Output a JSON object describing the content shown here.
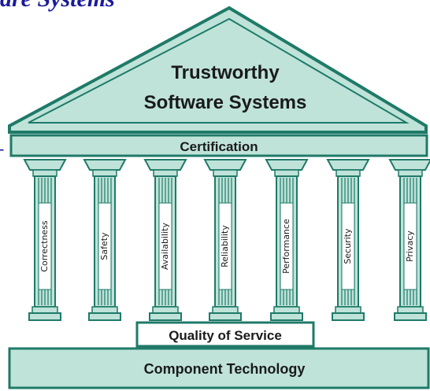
{
  "heading": "are Systems",
  "side_mark": "-",
  "roof": {
    "line1": "Trustworthy",
    "line2": "Software Systems"
  },
  "certification": "Certification",
  "pillars": [
    "Correctness",
    "Safety",
    "Availability",
    "Reliability",
    "Performance",
    "Security",
    "Privacy"
  ],
  "quality_of_service": "Quality of Service",
  "component_technology": "Component Technology",
  "colors": {
    "fill": "#bfe3d9",
    "stroke": "#1f7a68",
    "heading": "#1a1a9c"
  }
}
